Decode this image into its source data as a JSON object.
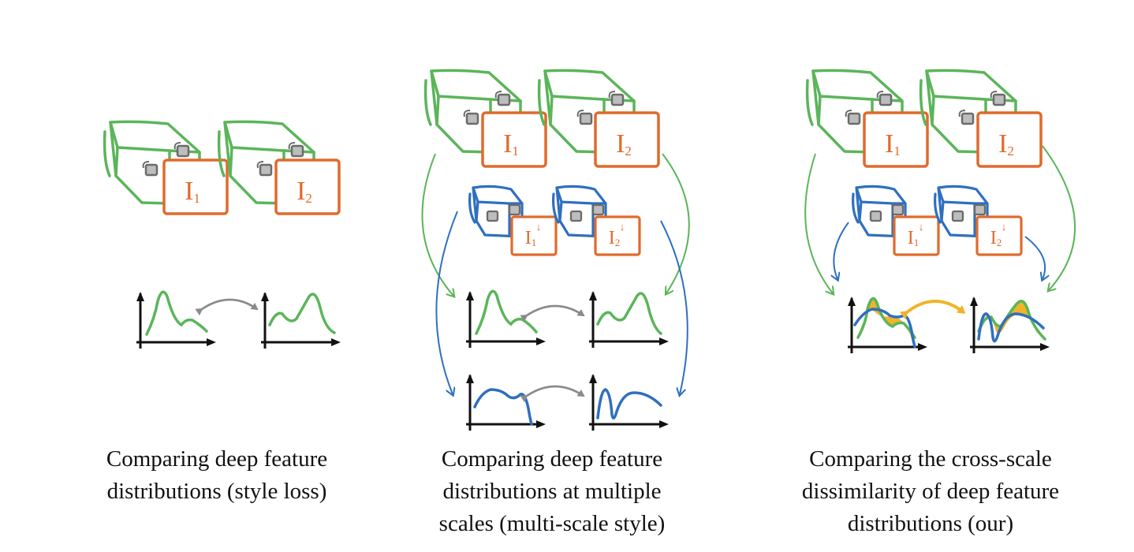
{
  "image_labels": {
    "i1": "I",
    "i1_sub": "1",
    "i2": "I",
    "i2_sub": "2",
    "down_arrow": "↓"
  },
  "colors": {
    "green": "#5bb55a",
    "orange": "#e06a2c",
    "blue": "#2f6fbf",
    "gray": "#8a8a8a",
    "gold": "#f0b429",
    "black": "#111111"
  },
  "panels": [
    {
      "caption": [
        "Comparing deep feature",
        "distributions (style loss)"
      ]
    },
    {
      "caption": [
        "Comparing deep feature",
        "distributions at multiple",
        "scales (multi-scale style)"
      ]
    },
    {
      "caption": [
        "Comparing the cross-scale",
        "dissimilarity of deep feature",
        "distributions (our)"
      ]
    }
  ]
}
